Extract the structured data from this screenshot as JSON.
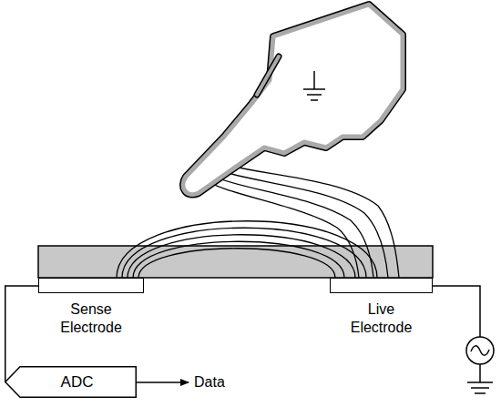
{
  "diagram": {
    "nodes": [
      {
        "text": [
          "Sense Electrode"
        ]
      },
      {
        "text": [
          "Live Electrode"
        ]
      },
      {
        "text": [
          "ADC"
        ]
      }
    ],
    "edges": [
      {
        "from": 0,
        "to": 2,
        "arrow": "none"
      }
    ],
    "labels": [
      "Data"
    ]
  }
}
